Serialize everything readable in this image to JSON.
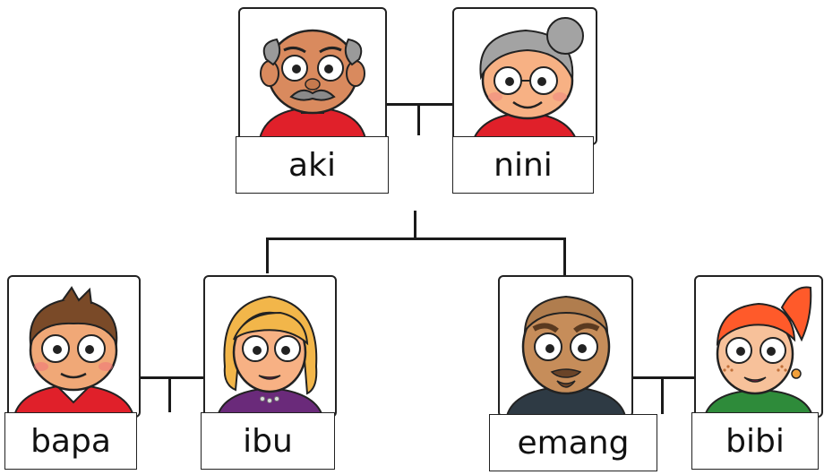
{
  "family_tree": {
    "grandfather": {
      "label": "aki",
      "icon": "grandfather-portrait"
    },
    "grandmother": {
      "label": "nini",
      "icon": "grandmother-portrait"
    },
    "father": {
      "label": "bapa",
      "icon": "father-portrait"
    },
    "mother": {
      "label": "ibu",
      "icon": "mother-portrait"
    },
    "uncle": {
      "label": "emang",
      "icon": "uncle-portrait"
    },
    "aunt": {
      "label": "bibi",
      "icon": "aunt-portrait"
    }
  },
  "colors": {
    "line": "#1a1a1a",
    "skin": "#f0a877",
    "red_shirt": "#e0202a",
    "hair_grey": "#9a9a9a",
    "hair_brown": "#7a4a28",
    "hair_blonde": "#f2b64a",
    "hair_red": "#ff5a2a"
  }
}
